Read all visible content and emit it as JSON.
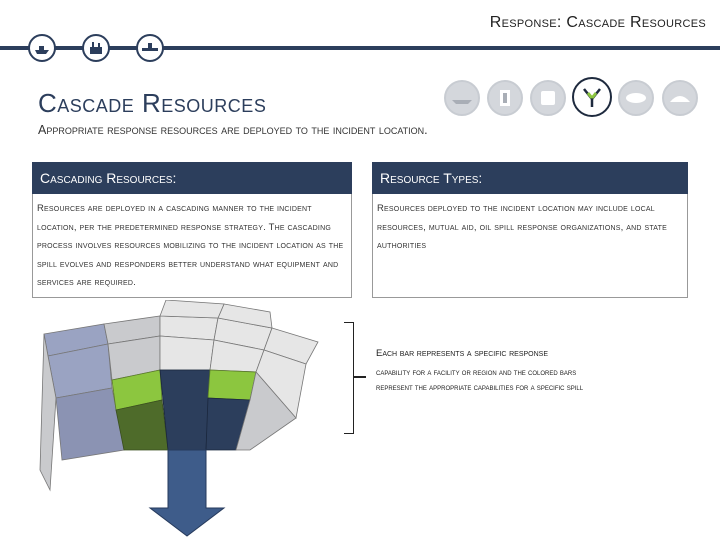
{
  "header": {
    "title": "Response: Cascade Resources"
  },
  "top_icons": [
    "ship-icon",
    "refinery-icon",
    "pipeline-icon"
  ],
  "phase_icons": [
    "phase-1-icon",
    "phase-2-icon",
    "phase-3-icon",
    "cascade-icon",
    "phase-5-icon",
    "phase-6-icon"
  ],
  "active_phase_icon": "cascade-icon",
  "page": {
    "title": "Cascade Resources",
    "subtitle": "Appropriate response resources are deployed to the incident location."
  },
  "left_box": {
    "heading": "Cascading Resources:",
    "body": "Resources are deployed in a cascading manner to the incident location, per the predetermined response strategy. The cascading process involves resources mobilizing to the incident location as the spill evolves and responders better understand what equipment and services are required."
  },
  "right_box": {
    "heading": "Resource Types:",
    "body": "Resources deployed to the incident location may include local resources, mutual aid, oil spill response organizations, and state authorities"
  },
  "diagram_note": {
    "lead": "Each bar represents a specific response",
    "body": "capability for a facility or region and the colored bars represent the appropriate capabilities for a specific spill"
  },
  "colors": {
    "navy": "#2c3e5c",
    "green": "#8cc63f",
    "dark_green": "#4e6b2a",
    "lavender": "#9aa3c2",
    "grey": "#c9cacd",
    "light_grey": "#e6e6e6",
    "arrow_blue": "#3e5c8a"
  }
}
